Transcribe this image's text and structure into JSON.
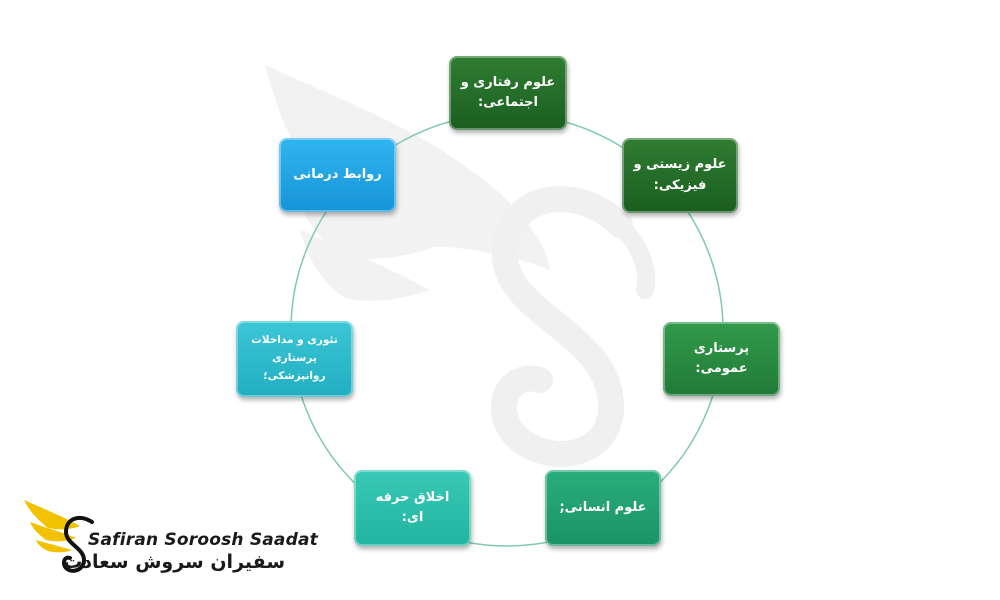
{
  "diagram": {
    "nodes": [
      {
        "lines": [
          "علوم رفتاری و",
          "اجتماعی:"
        ]
      },
      {
        "lines": [
          "علوم زیستی و",
          "فیزیکی:"
        ]
      },
      {
        "lines": [
          "پرستاری عمومی:"
        ]
      },
      {
        "lines": [
          "علوم انسانی;"
        ]
      },
      {
        "lines": [
          "اخلاق حرفه ای:"
        ]
      },
      {
        "lines": [
          "تئوری و مداخلات",
          "پرستاری روانپزشکی؛"
        ]
      },
      {
        "lines": [
          "روابط درمانی"
        ]
      }
    ],
    "ring_color": "#7fc8b4"
  },
  "brand": {
    "name_en": "Safiran Soroosh Saadat",
    "name_fa": "سفیران سروش سعادت",
    "colors": {
      "wing": "#f2c200",
      "swan": "#111111"
    }
  }
}
